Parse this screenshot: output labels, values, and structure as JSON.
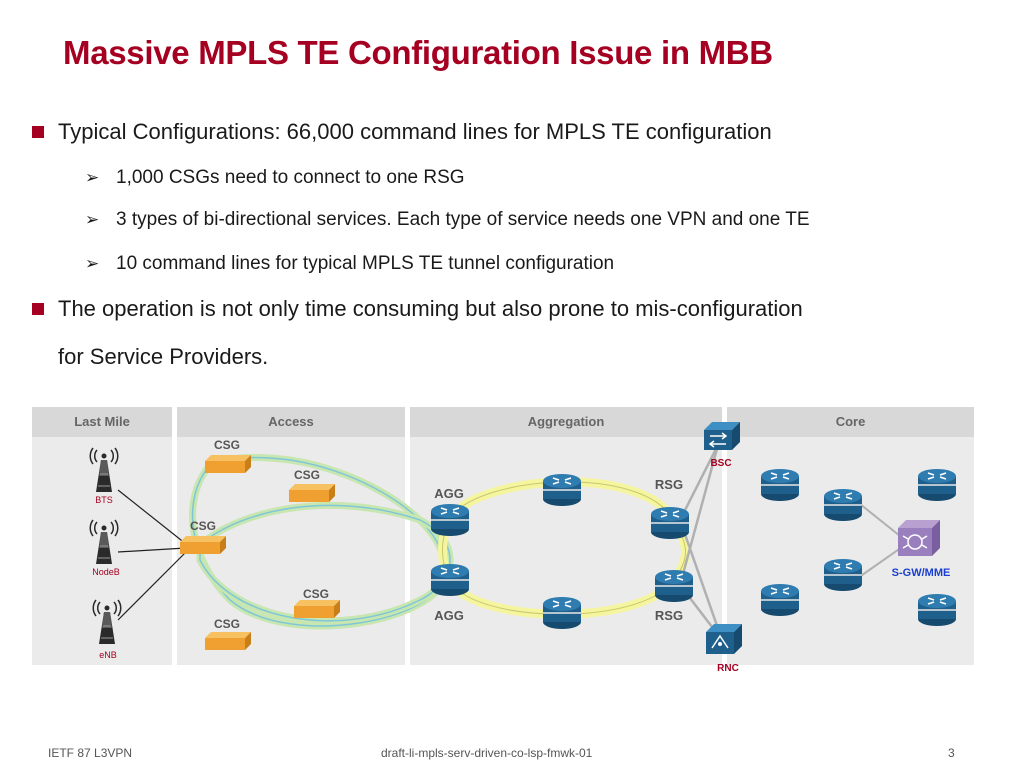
{
  "title": "Massive MPLS TE Configuration Issue in MBB",
  "bullets": [
    {
      "text": "Typical Configurations: 66,000 command lines for MPLS TE configuration",
      "sub": [
        "1,000 CSGs need to connect to one RSG",
        "3 types of bi-directional services. Each type of service needs one VPN and one TE",
        "10 command lines for typical MPLS TE tunnel configuration"
      ]
    },
    {
      "text_line1": "The operation is not only time consuming but also prone to mis-configuration",
      "text_line2": "for Service Providers."
    }
  ],
  "diagram": {
    "sections": [
      "Last Mile",
      "Access",
      "Aggregation",
      "Core"
    ],
    "nodes": {
      "bts": "BTS",
      "nodeb": "NodeB",
      "enb": "eNB",
      "csg": "CSG",
      "agg": "AGG",
      "rsg": "RSG",
      "bsc": "BSC",
      "rnc": "RNC",
      "sgw": "S-GW/MME"
    },
    "colors": {
      "accent": "#a50021",
      "router": "#1f5f8b",
      "csg": "#f0a030",
      "sgw_label": "#1a3fcf",
      "ring": "#f5f5a0"
    }
  },
  "footer": {
    "left": "IETF 87 L3VPN",
    "center": "draft-li-mpls-serv-driven-co-lsp-fmwk-01",
    "page": "3"
  }
}
